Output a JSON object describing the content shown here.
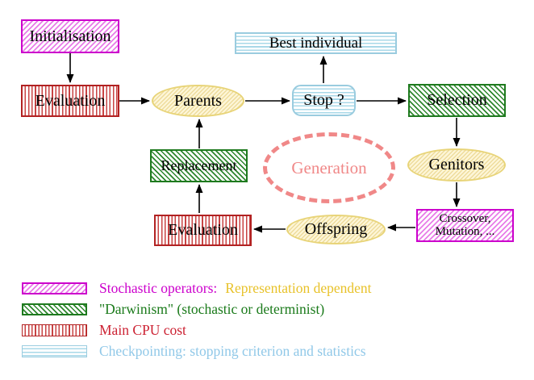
{
  "diagram": {
    "title_hint": "evolutionary-algorithm-cycle",
    "nodes": {
      "initialisation": {
        "label": "Initialisation",
        "style": "magenta-diagonal-hatch"
      },
      "evaluation_top": {
        "label": "Evaluation",
        "style": "red-vertical-stripes"
      },
      "parents": {
        "label": "Parents",
        "style": "yellow-hatched-ellipse"
      },
      "stop": {
        "label": "Stop ?",
        "style": "cyan-horizontal-stripes-rounded"
      },
      "best_individual": {
        "label": "Best individual",
        "style": "cyan-horizontal-stripes"
      },
      "selection": {
        "label": "Selection",
        "style": "green-diagonal-hatch"
      },
      "genitors": {
        "label": "Genitors",
        "style": "yellow-hatched-ellipse"
      },
      "crossover": {
        "line1": "Crossover,",
        "line2": "Mutation, ...",
        "style": "magenta-diagonal-hatch"
      },
      "offspring": {
        "label": "Offspring",
        "style": "yellow-hatched-ellipse"
      },
      "evaluation_bottom": {
        "label": "Evaluation",
        "style": "red-vertical-stripes"
      },
      "replacement": {
        "label": "Replacement",
        "style": "green-diagonal-hatch"
      },
      "generation": {
        "label": "Generation",
        "style": "salmon-dashed-ellipse"
      }
    },
    "edges": [
      "initialisation -> evaluation_top",
      "evaluation_top -> parents",
      "parents -> stop",
      "stop -> best_individual",
      "stop -> selection",
      "selection -> genitors",
      "genitors -> crossover",
      "crossover -> offspring",
      "offspring -> evaluation_bottom",
      "evaluation_bottom -> replacement",
      "replacement -> parents"
    ],
    "colors": {
      "magenta": "#cc00cc",
      "magenta_hatch": "#e87ce8",
      "green": "#1e7a1e",
      "red_border": "#b22222",
      "red_stripe": "#c84444",
      "cyan_blue": "#a8d8e8",
      "yellow_border": "#e8d478",
      "yellow_fill": "#fdf6d8",
      "salmon": "#f08888",
      "arrow_black": "#000000"
    }
  },
  "legend": {
    "items": [
      {
        "swatch": "magenta-diagonal-hatch",
        "label": "Stochastic operators:",
        "label_color": "#cc00cc",
        "suffix": "Representation dependent",
        "suffix_color": "#e8c22a"
      },
      {
        "swatch": "green-diagonal-hatch",
        "label": "\"Darwinism\" (stochastic or determinist)",
        "label_color": "#1a7a1a"
      },
      {
        "swatch": "red-vertical-stripes",
        "label": "Main CPU cost",
        "label_color": "#cc2233"
      },
      {
        "swatch": "cyan-horizontal-stripes",
        "label": "Checkpointing: stopping criterion and statistics",
        "label_color": "#90c8e8"
      }
    ]
  }
}
